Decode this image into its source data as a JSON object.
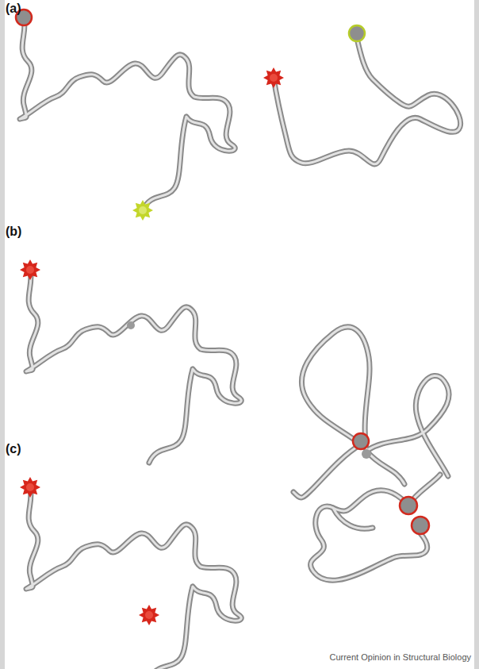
{
  "diagram": {
    "labels": [
      "(a)",
      "(b)",
      "(c)",
      "Current Opinion in Structural Biology"
    ]
  }
}
